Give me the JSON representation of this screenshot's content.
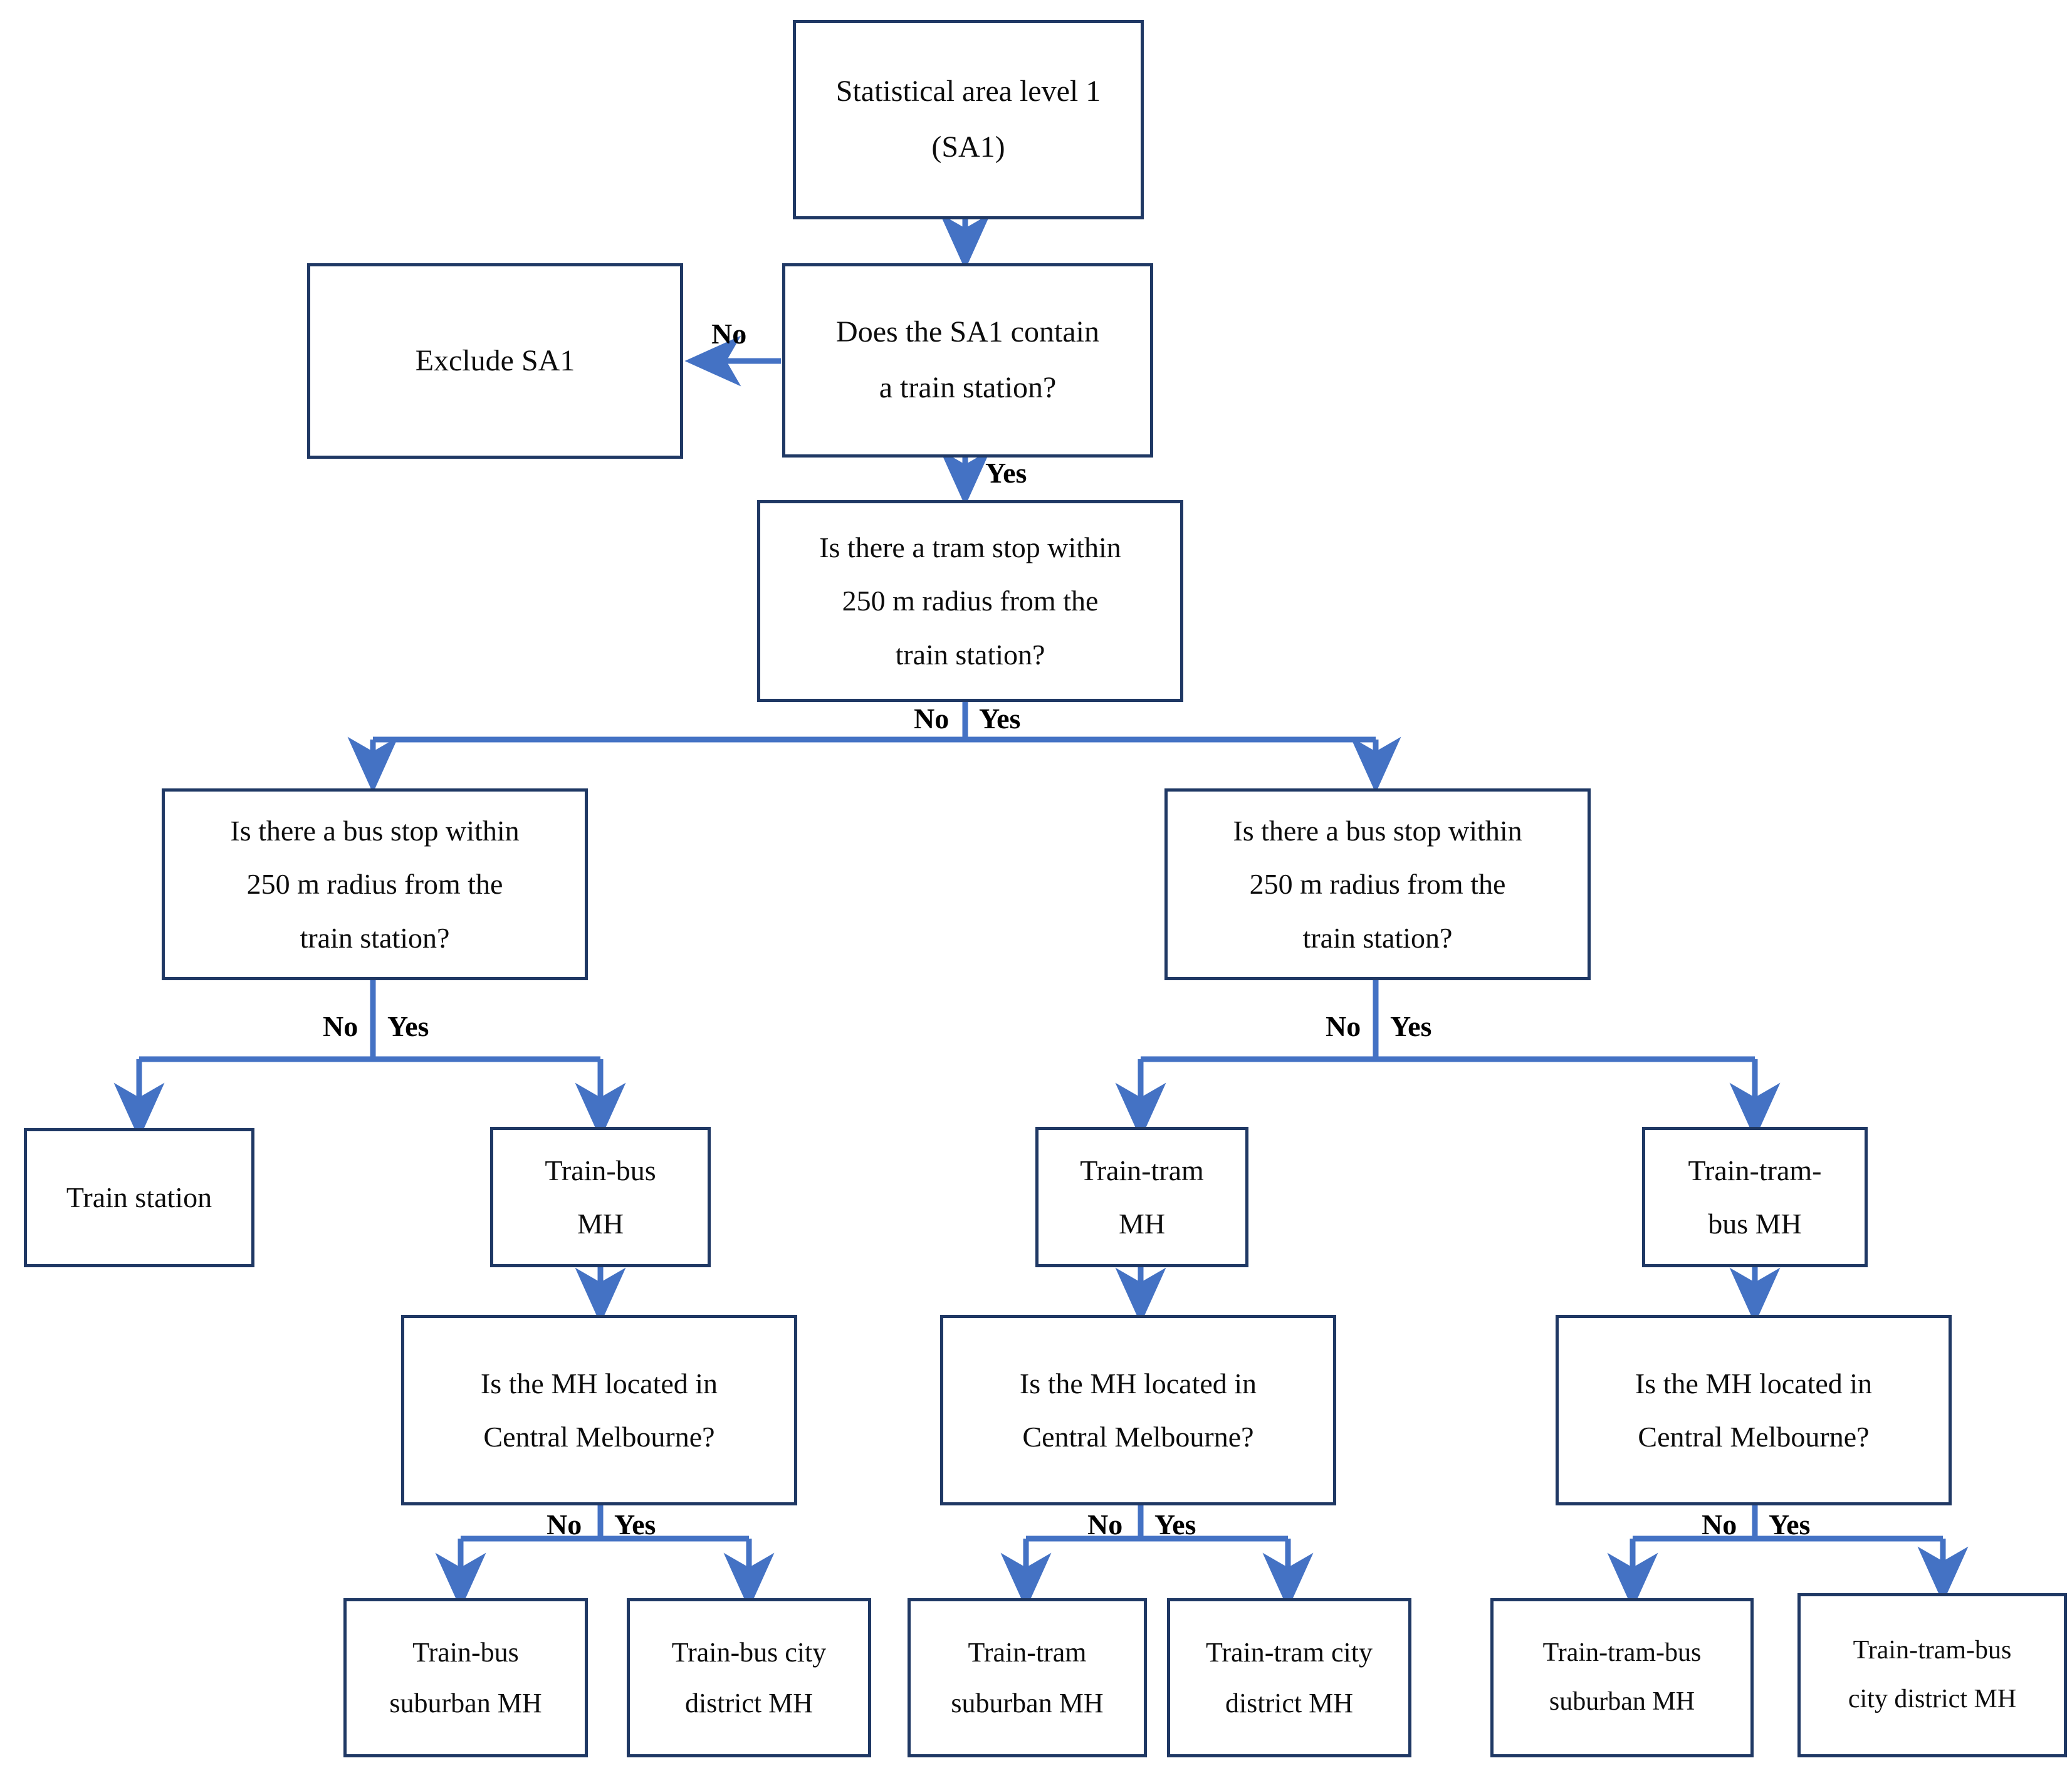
{
  "diagram": {
    "title": "SA1 multimodal hub classification decision tree",
    "colors": {
      "box_border": "#1F3864",
      "connector": "#4472C4",
      "background": "#FFFFFF",
      "text": "#0D0D0D"
    }
  },
  "nodes": {
    "sa1": {
      "line1": "Statistical area level 1",
      "line2": "(SA1)"
    },
    "exclude": {
      "line1": "Exclude SA1"
    },
    "q_train": {
      "line1": "Does the SA1 contain",
      "line2": "a train station?"
    },
    "q_tram": {
      "line1": "Is there a tram stop within",
      "line2": "250 m radius from the",
      "line3": "train station?"
    },
    "q_bus_left": {
      "line1": "Is there a bus stop within",
      "line2": "250 m radius from the",
      "line3": "train station?"
    },
    "q_bus_right": {
      "line1": "Is there a bus stop within",
      "line2": "250 m radius from the",
      "line3": "train station?"
    },
    "train_station": {
      "line1": "Train station"
    },
    "train_bus": {
      "line1": "Train-bus",
      "line2": "MH"
    },
    "train_tram": {
      "line1": "Train-tram",
      "line2": "MH"
    },
    "train_tram_bus": {
      "line1": "Train-tram-",
      "line2": "bus MH"
    },
    "q_mh_1": {
      "line1": "Is the MH located in",
      "line2": "Central Melbourne?"
    },
    "q_mh_2": {
      "line1": "Is the MH located in",
      "line2": "Central Melbourne?"
    },
    "q_mh_3": {
      "line1": "Is the MH located in",
      "line2": "Central Melbourne?"
    },
    "train_bus_suburban": {
      "line1": "Train-bus",
      "line2": "suburban MH"
    },
    "train_bus_city": {
      "line1": "Train-bus city",
      "line2": "district MH"
    },
    "train_tram_suburban": {
      "line1": "Train-tram",
      "line2": "suburban MH"
    },
    "train_tram_city": {
      "line1": "Train-tram city",
      "line2": "district MH"
    },
    "train_tram_bus_suburban": {
      "line1": "Train-tram-bus",
      "line2": "suburban MH"
    },
    "train_tram_bus_city": {
      "line1": "Train-tram-bus",
      "line2": "city district MH"
    }
  },
  "edge_labels": {
    "train_no": "No",
    "train_yes": "Yes",
    "tram_no": "No",
    "tram_yes": "Yes",
    "bus_left_no": "No",
    "bus_left_yes": "Yes",
    "bus_right_no": "No",
    "bus_right_yes": "Yes",
    "mh1_no": "No",
    "mh1_yes": "Yes",
    "mh2_no": "No",
    "mh2_yes": "Yes",
    "mh3_no": "No",
    "mh3_yes": "Yes"
  }
}
